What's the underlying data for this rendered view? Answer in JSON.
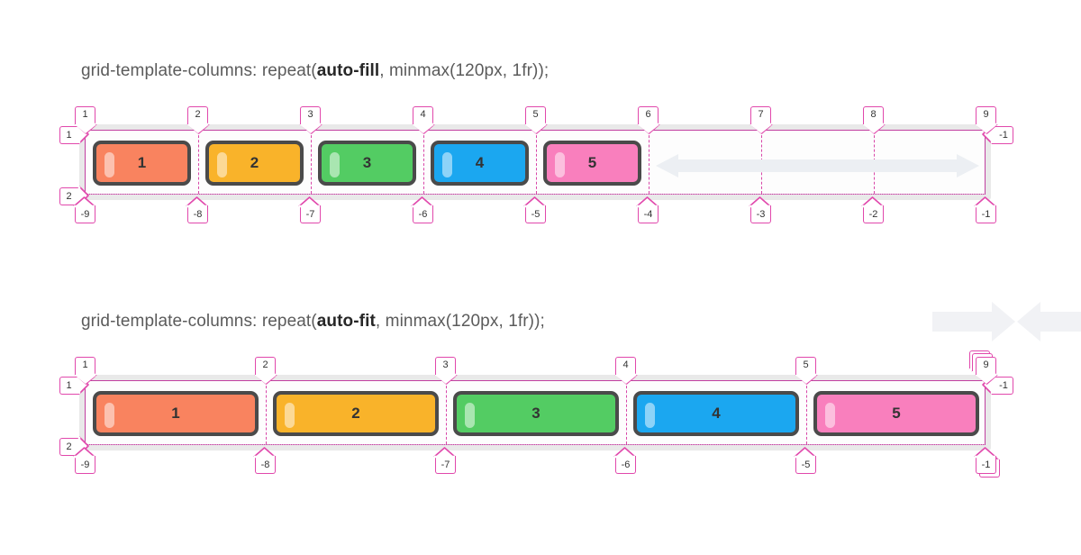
{
  "page": {
    "background": "#ffffff",
    "accent_magenta": "#e148ac",
    "container_border": "#c13fa0",
    "container_bg": "#e9e9e9",
    "inner_bg": "#fdfdfd",
    "item_border": "#4a4a4a",
    "arrow_fill": "#eceff3"
  },
  "figures": [
    {
      "id": "autofill",
      "caption": {
        "prefix": "grid-template-columns: repeat(",
        "keyword": "auto-fill",
        "suffix": ", minmax(120px, 1fr));"
      },
      "track_count": 8,
      "filled_tracks": 5,
      "items": [
        {
          "label": "1",
          "color": "#f9835f"
        },
        {
          "label": "2",
          "color": "#f9b32a"
        },
        {
          "label": "3",
          "color": "#53cc63"
        },
        {
          "label": "4",
          "color": "#1ba7f0"
        },
        {
          "label": "5",
          "color": "#f97fbd"
        }
      ],
      "column_lines_top": [
        "1",
        "2",
        "3",
        "4",
        "5",
        "6",
        "7",
        "8",
        "9"
      ],
      "column_lines_bottom": [
        "-9",
        "-8",
        "-7",
        "-6",
        "-5",
        "-4",
        "-3",
        "-2",
        "-1"
      ],
      "row_lines_left": [
        "1",
        "2"
      ],
      "row_line_right": "-1",
      "empty_track_arrow": "double-headed-arrow"
    },
    {
      "id": "autofit",
      "caption": {
        "prefix": "grid-template-columns: repeat(",
        "keyword": "auto-fit",
        "suffix": ", minmax(120px, 1fr));"
      },
      "track_count": 5,
      "filled_tracks": 5,
      "items": [
        {
          "label": "1",
          "color": "#f9835f"
        },
        {
          "label": "2",
          "color": "#f9b32a"
        },
        {
          "label": "3",
          "color": "#53cc63"
        },
        {
          "label": "4",
          "color": "#1ba7f0"
        },
        {
          "label": "5",
          "color": "#f97fbd"
        }
      ],
      "column_lines_top": [
        "1",
        "2",
        "3",
        "4",
        "5",
        "9"
      ],
      "column_lines_bottom": [
        "-9",
        "-8",
        "-7",
        "-6",
        "-5",
        "-1"
      ],
      "row_lines_left": [
        "1",
        "2"
      ],
      "row_line_right": "-1",
      "collapsed_track_stack": true
    }
  ]
}
